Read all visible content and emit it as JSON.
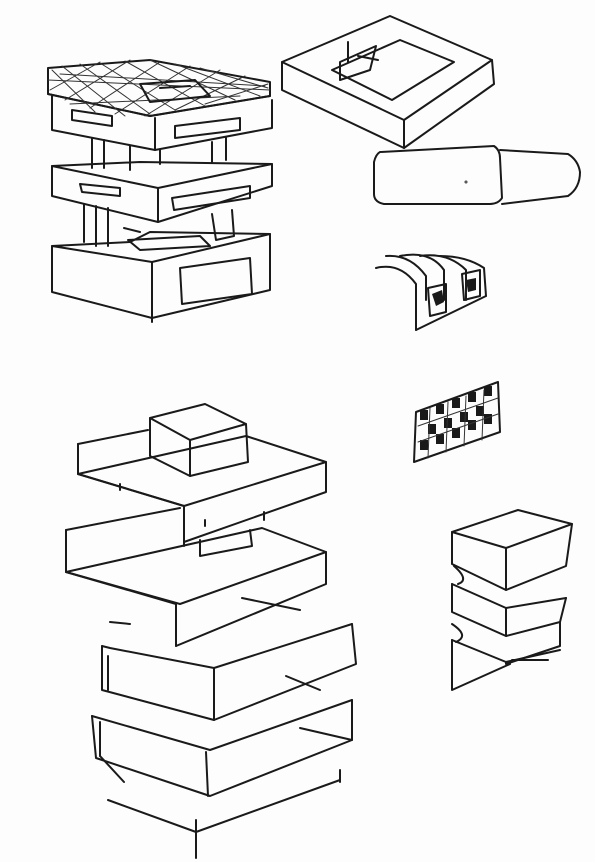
{
  "sketch": {
    "paper_color": "#fdfdfd",
    "ink_color": "#1a1a1a",
    "drawings": [
      "stacked-box-tower-with-roof-grid",
      "square-ring-block",
      "rounded-bar-block",
      "curved-facade-fragment",
      "checkered-facade-fragment",
      "large-stacked-slab-tower",
      "small-stacked-floor-stack"
    ]
  }
}
